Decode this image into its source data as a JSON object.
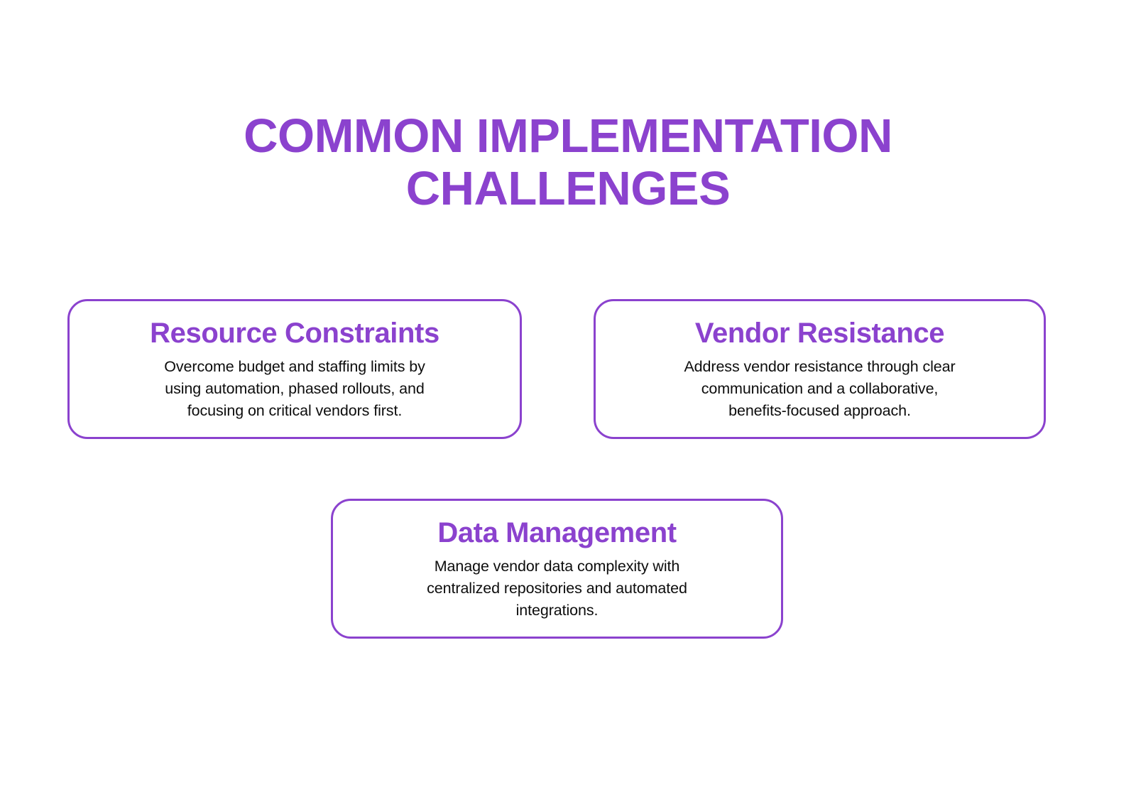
{
  "theme": {
    "background_color": "#FFFFFF",
    "accent_color": "#8B42CE",
    "body_text_color": "#0D0D0D",
    "card_border_color": "#8B42CE"
  },
  "header": {
    "title": "COMMON IMPLEMENTATION\nCHALLENGES",
    "title_line_1": "COMMON IMPLEMENTATION",
    "title_line_2": "CHALLENGES"
  },
  "cards": [
    {
      "id": "resource-constraints",
      "title": "Resource Constraints",
      "body": "Overcome budget and staffing limits by\nusing automation, phased rollouts, and\nfocusing on critical vendors first."
    },
    {
      "id": "vendor-resistance",
      "title": "Vendor Resistance",
      "body": "Address vendor resistance through clear\ncommunication and a collaborative,\nbenefits-focused approach."
    },
    {
      "id": "data-management",
      "title": "Data Management",
      "body": "Manage vendor data complexity with\ncentralized repositories and automated\nintegrations."
    }
  ]
}
